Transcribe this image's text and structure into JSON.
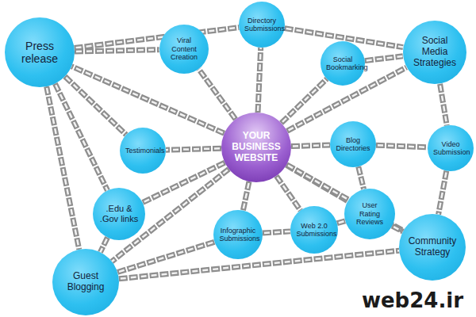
{
  "diagram": {
    "nodes": [
      {
        "text": [
          "Press release"
        ]
      },
      {
        "text": [
          "Viral Content Creation"
        ]
      },
      {
        "text": [
          "Directory Submissions"
        ]
      },
      {
        "text": [
          "Social Bookmarking"
        ]
      },
      {
        "text": [
          "Social Media Strategies"
        ]
      },
      {
        "text": [
          "YOUR BUSINESS WEBSITE"
        ]
      },
      {
        "text": [
          "Testimonials"
        ]
      },
      {
        "text": [
          "Blog Directories"
        ]
      },
      {
        "text": [
          "Video Submission"
        ]
      },
      {
        "text": [
          ".Edu & .Gov links"
        ]
      },
      {
        "text": [
          "User Rating Reviews"
        ]
      },
      {
        "text": [
          "Infographic Submissions"
        ]
      },
      {
        "text": [
          "Web 2.0 Submissions"
        ]
      },
      {
        "text": [
          "Community Strategy"
        ]
      },
      {
        "text": [
          "Guest Blogging"
        ]
      }
    ],
    "edges": [
      {
        "from": 5,
        "to": 0,
        "arrow": "none"
      },
      {
        "from": 5,
        "to": 1,
        "arrow": "none"
      },
      {
        "from": 5,
        "to": 2,
        "arrow": "none"
      },
      {
        "from": 5,
        "to": 3,
        "arrow": "none"
      },
      {
        "from": 5,
        "to": 4,
        "arrow": "none"
      },
      {
        "from": 5,
        "to": 6,
        "arrow": "none"
      },
      {
        "from": 5,
        "to": 7,
        "arrow": "none"
      },
      {
        "from": 5,
        "to": 9,
        "arrow": "none"
      },
      {
        "from": 5,
        "to": 10,
        "arrow": "none"
      },
      {
        "from": 5,
        "to": 11,
        "arrow": "none"
      },
      {
        "from": 5,
        "to": 12,
        "arrow": "none"
      },
      {
        "from": 5,
        "to": 13,
        "arrow": "none"
      },
      {
        "from": 5,
        "to": 14,
        "arrow": "none"
      },
      {
        "from": 0,
        "to": 2,
        "arrow": "none"
      },
      {
        "from": 0,
        "to": 1,
        "arrow": "none"
      },
      {
        "from": 0,
        "to": 6,
        "arrow": "none"
      },
      {
        "from": 0,
        "to": 9,
        "arrow": "none"
      },
      {
        "from": 0,
        "to": 14,
        "arrow": "none"
      },
      {
        "from": 2,
        "to": 4,
        "arrow": "none"
      },
      {
        "from": 3,
        "to": 4,
        "arrow": "none"
      },
      {
        "from": 4,
        "to": 8,
        "arrow": "none"
      },
      {
        "from": 7,
        "to": 8,
        "arrow": "none"
      },
      {
        "from": 8,
        "to": 13,
        "arrow": "none"
      },
      {
        "from": 7,
        "to": 10,
        "arrow": "none"
      },
      {
        "from": 10,
        "to": 13,
        "arrow": "none"
      },
      {
        "from": 12,
        "to": 10,
        "arrow": "none"
      },
      {
        "from": 11,
        "to": 12,
        "arrow": "none"
      },
      {
        "from": 14,
        "to": 11,
        "arrow": "none"
      },
      {
        "from": 14,
        "to": 13,
        "arrow": "none"
      },
      {
        "from": 9,
        "to": 14,
        "arrow": "none"
      }
    ],
    "labels": [
      "web24.ir"
    ]
  }
}
